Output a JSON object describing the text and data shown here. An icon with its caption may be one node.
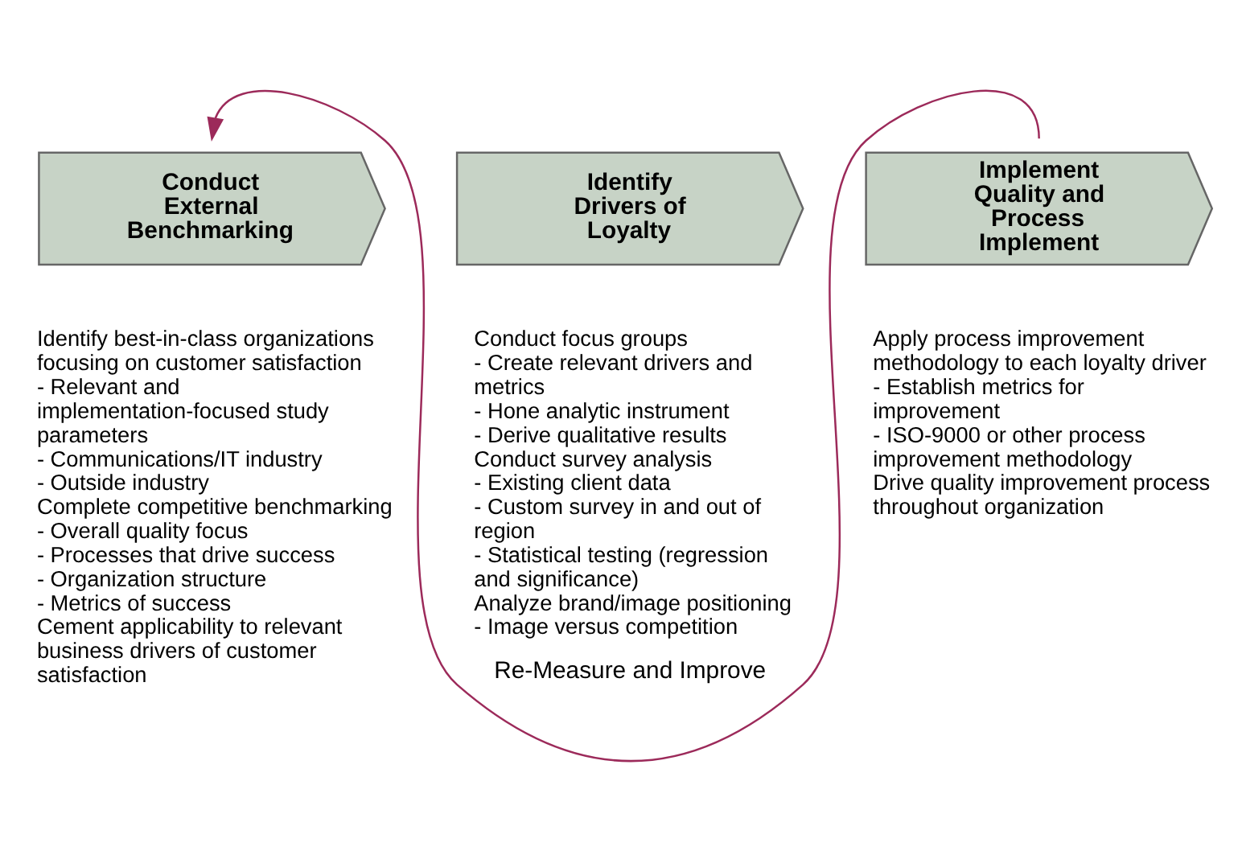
{
  "diagram": {
    "nodes": [
      {
        "text": [
          "Conduct External Benchmarking"
        ],
        "beside": [
          "Identify best-in-class organizations focusing on customer satisfaction",
          "- Relevant and implementation-focused study parameters",
          "- Communications/IT industry",
          "- Outside industry",
          "Complete competitive benchmarking",
          "- Overall quality focus",
          "- Processes that drive success",
          "- Organization structure",
          "- Metrics of success",
          "Cement applicability to relevant business drivers of customer satisfaction"
        ]
      },
      {
        "text": [
          "Identify Drivers of Loyalty"
        ],
        "beside": [
          "Conduct focus groups",
          "- Create relevant drivers and metrics",
          "- Hone analytic instrument",
          "- Derive qualitative results",
          "Conduct survey analysis",
          "- Existing client data",
          "- Custom survey in and out of region",
          "- Statistical testing (regression and significance)",
          "Analyze brand/image positioning",
          "- Image versus competition"
        ]
      },
      {
        "text": [
          "Implement Quality and Process Implement"
        ],
        "beside": [
          "Apply process improvement methodology to each loyalty driver",
          "- Establish metrics for improvement",
          "- ISO-9000 or other process improvement methodology",
          "Drive quality improvement process throughout organization"
        ]
      }
    ],
    "edges": [
      {
        "from": 2,
        "to": 0,
        "arrow": "to",
        "label": "Re-Measure and Improve",
        "color": "#9c2a5a"
      }
    ]
  }
}
